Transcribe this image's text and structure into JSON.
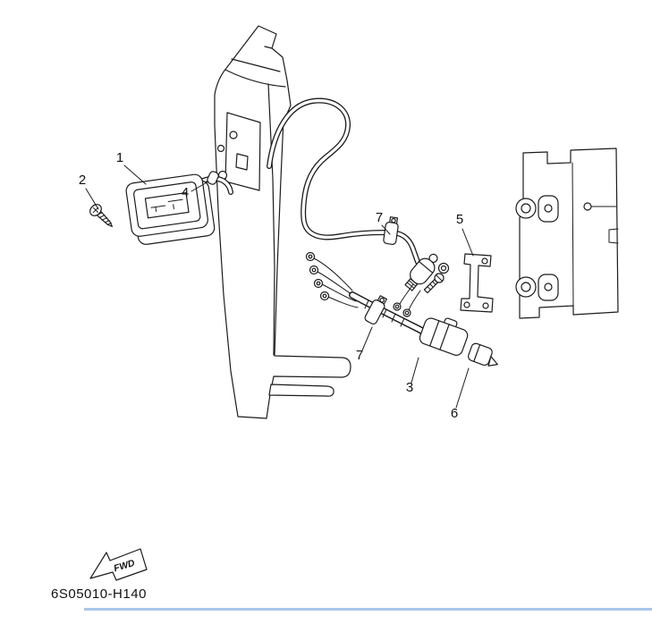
{
  "diagram": {
    "code": "6S05010-H140",
    "fwd_label": "FWD",
    "callouts": [
      {
        "num": "1"
      },
      {
        "num": "2"
      },
      {
        "num": "4"
      },
      {
        "num": "7"
      },
      {
        "num": "5"
      },
      {
        "num": "7"
      },
      {
        "num": "3"
      },
      {
        "num": "6"
      }
    ],
    "colors": {
      "line": "#1c1c1c",
      "window_edge": "#a9c6e8",
      "background": "#ffffff"
    }
  }
}
